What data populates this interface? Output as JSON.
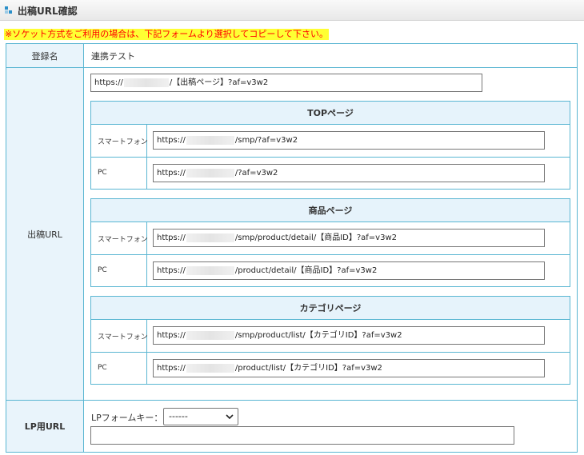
{
  "header": {
    "title": "出稿URL確認"
  },
  "notice": "※ソケット方式をご利用の場合は、下記フォームより選択してコピーして下さい。",
  "table": {
    "registration_label": "登録名",
    "registration_value": "連携テスト",
    "url_label": "出稿URL",
    "main_url": {
      "prefix": "https://",
      "suffix": "/【出稿ページ】?af=v3w2"
    },
    "sections": [
      {
        "title": "TOPページ",
        "rows": [
          {
            "label": "スマートフォン",
            "prefix": "https://",
            "suffix": "/smp/?af=v3w2"
          },
          {
            "label": "PC",
            "prefix": "https://",
            "suffix": "/?af=v3w2"
          }
        ]
      },
      {
        "title": "商品ページ",
        "rows": [
          {
            "label": "スマートフォン",
            "prefix": "https://",
            "suffix": "/smp/product/detail/【商品ID】?af=v3w2"
          },
          {
            "label": "PC",
            "prefix": "https://",
            "suffix": "/product/detail/【商品ID】?af=v3w2"
          }
        ]
      },
      {
        "title": "カテゴリページ",
        "rows": [
          {
            "label": "スマートフォン",
            "prefix": "https://",
            "suffix": "/smp/product/list/【カテゴリID】?af=v3w2"
          },
          {
            "label": "PC",
            "prefix": "https://",
            "suffix": "/product/list/【カテゴリID】?af=v3w2"
          }
        ]
      }
    ],
    "lp_label": "LP用URL",
    "lp_form_key_label": "LPフォームキー：",
    "lp_form_key_selected": "------",
    "lp_url_value": ""
  },
  "colors": {
    "border": "#5ab6d2",
    "label_bg": "#e9f4fb",
    "notice_bg": "#ffff33",
    "notice_text": "#ff0000"
  }
}
